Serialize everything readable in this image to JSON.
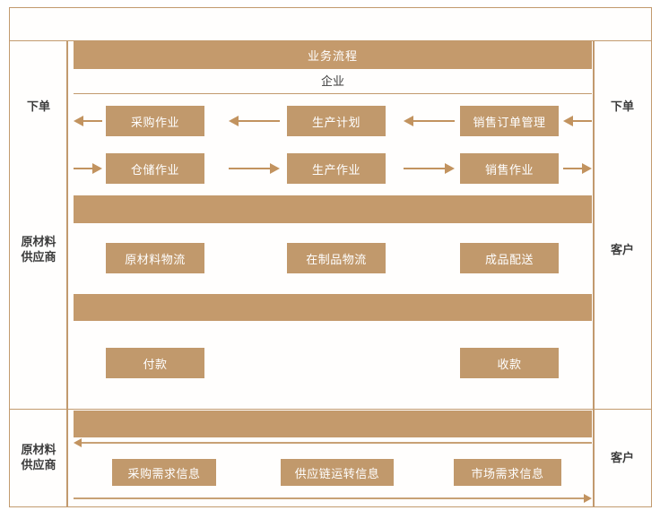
{
  "diagram": {
    "title": "业务流程",
    "subtitle": "企业",
    "colors": {
      "band": "#c49a6c",
      "box": "#c1996c",
      "border": "#c29a6e",
      "arrow": "#c2935f",
      "text_dark": "#3c3c3c",
      "text_light": "#ffffff",
      "background": "#ffffff"
    },
    "left_column": {
      "order_label": "下单",
      "supplier_label_line1": "原材料",
      "supplier_label_line2": "供应商",
      "supplier_bottom_line1": "原材料",
      "supplier_bottom_line2": "供应商"
    },
    "right_column": {
      "order_label": "下单",
      "customer_label": "客户",
      "customer_bottom_label": "客户"
    },
    "rows": {
      "business_flow": {
        "upstream": [
          {
            "label": "采购作业"
          },
          {
            "label": "生产计划"
          },
          {
            "label": "销售订单管理"
          }
        ],
        "downstream": [
          {
            "label": "仓储作业"
          },
          {
            "label": "生产作业"
          },
          {
            "label": "销售作业"
          }
        ]
      },
      "logistics": [
        {
          "label": "原材料物流"
        },
        {
          "label": "在制品物流"
        },
        {
          "label": "成品配送"
        }
      ],
      "funds": [
        {
          "label": "付款"
        },
        {
          "label": "收款"
        }
      ],
      "information": [
        {
          "label": "采购需求信息"
        },
        {
          "label": "供应链运转信息"
        },
        {
          "label": "市场需求信息"
        }
      ]
    },
    "arrows": {
      "upstream_direction": "left",
      "downstream_direction": "right",
      "info_top_direction": "left",
      "info_bottom_direction": "right"
    }
  }
}
